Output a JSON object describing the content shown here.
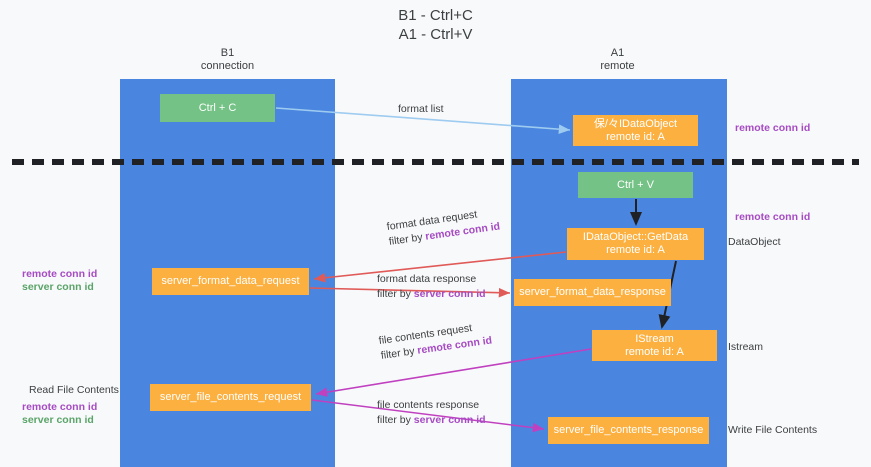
{
  "title": "B1 - Ctrl+C\nA1 - Ctrl+V",
  "columns": {
    "left": {
      "name": "B1",
      "role": "connection",
      "header": "B1\nconnection",
      "color": "#4a86e0"
    },
    "right": {
      "name": "A1",
      "role": "remote",
      "header": "A1\nremote",
      "color": "#4a86e0"
    }
  },
  "colors": {
    "column_blue": "#4a86e0",
    "node_green": "#74c285",
    "node_orange": "#fbb040",
    "accent_purple": "#a64bc4",
    "accent_green": "#5aa469",
    "arrow_lightblue": "#9ecbf0",
    "arrow_red": "#e05a58",
    "arrow_magenta": "#c040c0",
    "arrow_black": "#202124",
    "background": "#f8f9fa"
  },
  "nodes": {
    "ctrl_c": {
      "label": "Ctrl + C",
      "kind": "green"
    },
    "idataobject": {
      "label": "保/々IDataObject\nremote id: A",
      "kind": "orange"
    },
    "ctrl_v": {
      "label": "Ctrl + V",
      "kind": "green"
    },
    "getdata": {
      "label": "IDataObject::GetData\nremote id: A",
      "kind": "orange"
    },
    "server_format_data_request": {
      "label": "server_format_data_request",
      "kind": "orange"
    },
    "server_format_data_response": {
      "label": "server_format_data_response",
      "kind": "orange"
    },
    "istream": {
      "label": "IStream\nremote id: A",
      "kind": "orange"
    },
    "server_file_contents_request": {
      "label": "server_file_contents_request",
      "kind": "orange"
    },
    "server_file_contents_response": {
      "label": "server_file_contents_response",
      "kind": "orange"
    }
  },
  "edges": {
    "format_list": {
      "label": "format list",
      "color": "#9ecbf0",
      "from": "ctrl_c",
      "to": "idataobject"
    },
    "format_data_request": {
      "line1": "format data request",
      "line2_prefix": "filter by ",
      "line2_key": "remote conn id",
      "color": "#e05a58",
      "from": "getdata",
      "to": "server_format_data_request"
    },
    "format_data_response": {
      "line1": "format data response",
      "line2_prefix": "filter by ",
      "line2_key": "server conn id",
      "color": "#e05a58",
      "from": "server_format_data_request",
      "to": "server_format_data_response"
    },
    "file_contents_request": {
      "line1": "file contents request",
      "line2_prefix": "filter by ",
      "line2_key": "remote conn id",
      "color": "#c040c0",
      "from": "istream",
      "to": "server_file_contents_request"
    },
    "file_contents_response": {
      "line1": "file contents response",
      "line2_prefix": "filter by ",
      "line2_key": "server conn id",
      "color": "#c040c0",
      "from": "server_file_contents_request",
      "to": "server_file_contents_response"
    }
  },
  "annotations": {
    "remote_conn_id": "remote conn id",
    "server_conn_id": "server conn id",
    "dataobject": "DataObject",
    "istream": "Istream",
    "write_file_contents": "Write File Contents",
    "read_file_contents": "Read File Contents"
  }
}
